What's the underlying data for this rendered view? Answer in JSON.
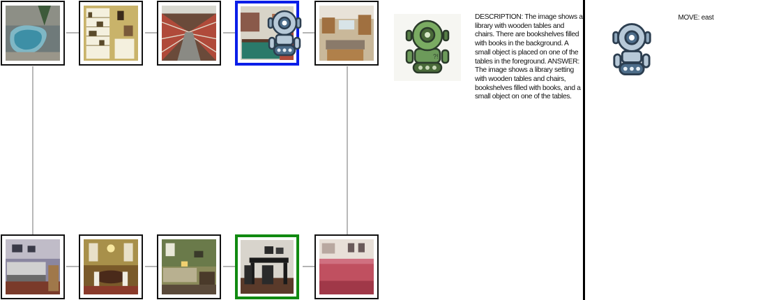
{
  "description_text": "DESCRIPTION: The image shows a library with wooden tables and chairs. There are bookshelves filled with books in the background. A small object is placed on one of the tables in the foreground.  ANSWER: The image shows a library setting with wooden tables and chairs, bookshelves filled with books, and a small object on one of the tables.",
  "move_text": "MOVE: east",
  "colors": {
    "current_border": "#0a1ee8",
    "goal_border": "#118a11",
    "connector": "#888888"
  },
  "tiles": [
    {
      "name": "tile-pool",
      "scene": "indoor pool"
    },
    {
      "name": "tile-shelves",
      "scene": "bookshelf room"
    },
    {
      "name": "tile-warehouse",
      "scene": "warehouse shelving"
    },
    {
      "name": "tile-game-room",
      "scene": "game room with pool table",
      "state": "current"
    },
    {
      "name": "tile-kitchen",
      "scene": "kitchen"
    },
    {
      "name": "tile-studio",
      "scene": "recording studio"
    },
    {
      "name": "tile-dining",
      "scene": "dining room"
    },
    {
      "name": "tile-living",
      "scene": "living room"
    },
    {
      "name": "tile-office",
      "scene": "office with desk",
      "state": "goal"
    },
    {
      "name": "tile-bedroom",
      "scene": "bedroom with red sofa"
    }
  ],
  "icons": [
    "robot-icon",
    "robot-green-icon"
  ]
}
